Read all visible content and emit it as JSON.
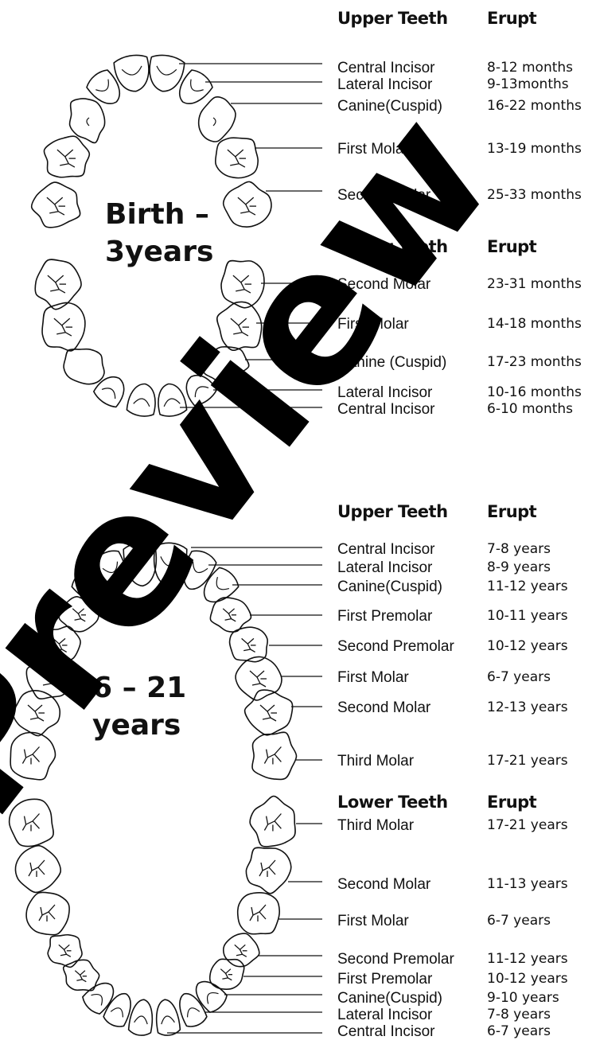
{
  "primary": {
    "age_label_line1": "Birth –",
    "age_label_line2": "3years",
    "upper": {
      "heading_teeth": "Upper Teeth",
      "heading_erupt": "Erupt",
      "rows": [
        {
          "tooth": "Central Incisor",
          "erupt": "8-12 months"
        },
        {
          "tooth": "Lateral Incisor",
          "erupt": "9-13months"
        },
        {
          "tooth": "Canine(Cuspid)",
          "erupt": "16-22 months"
        },
        {
          "tooth": "First Molar",
          "erupt": "13-19 months"
        },
        {
          "tooth": "Second Molar",
          "erupt": "25-33 months"
        }
      ]
    },
    "lower": {
      "heading_teeth": "Lower Teeth",
      "heading_erupt": "Erupt",
      "rows": [
        {
          "tooth": "Second Molar",
          "erupt": "23-31 months"
        },
        {
          "tooth": "First Molar",
          "erupt": "14-18 months"
        },
        {
          "tooth": "Canine (Cuspid)",
          "erupt": "17-23 months"
        },
        {
          "tooth": "Lateral Incisor",
          "erupt": "10-16 months"
        },
        {
          "tooth": "Central Incisor",
          "erupt": "6-10 months"
        }
      ]
    }
  },
  "permanent": {
    "age_label_line1": "6 – 21",
    "age_label_line2": "years",
    "upper": {
      "heading_teeth": "Upper Teeth",
      "heading_erupt": "Erupt",
      "rows": [
        {
          "tooth": "Central Incisor",
          "erupt": "7-8 years"
        },
        {
          "tooth": "Lateral Incisor",
          "erupt": "8-9 years"
        },
        {
          "tooth": "Canine(Cuspid)",
          "erupt": "11-12 years"
        },
        {
          "tooth": "First Premolar",
          "erupt": "10-11 years"
        },
        {
          "tooth": "Second Premolar",
          "erupt": "10-12 years"
        },
        {
          "tooth": "First Molar",
          "erupt": "6-7 years"
        },
        {
          "tooth": "Second Molar",
          "erupt": "12-13 years"
        },
        {
          "tooth": "Third Molar",
          "erupt": "17-21 years"
        }
      ]
    },
    "lower": {
      "heading_teeth": "Lower Teeth",
      "heading_erupt": "Erupt",
      "rows": [
        {
          "tooth": "Third Molar",
          "erupt": "17-21 years"
        },
        {
          "tooth": "Second Molar",
          "erupt": "11-13 years"
        },
        {
          "tooth": "First Molar",
          "erupt": "6-7 years"
        },
        {
          "tooth": "Second Premolar",
          "erupt": "11-12 years"
        },
        {
          "tooth": "First Premolar",
          "erupt": "10-12 years"
        },
        {
          "tooth": "Canine(Cuspid)",
          "erupt": "9-10 years"
        },
        {
          "tooth": "Lateral Incisor",
          "erupt": "7-8 years"
        },
        {
          "tooth": "Central Incisor",
          "erupt": "6-7 years"
        }
      ]
    }
  },
  "watermark": {
    "text": "Preview",
    "color": "#000000"
  }
}
